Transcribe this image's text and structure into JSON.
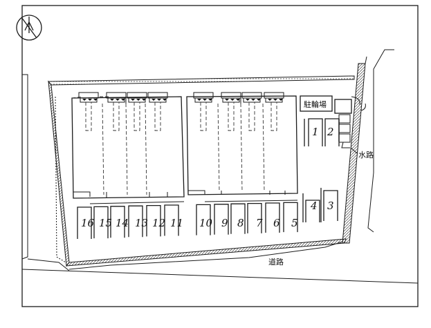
{
  "labels": {
    "bicycle_parking": "駐輪場",
    "waterway": "水路",
    "road": "道路"
  },
  "compass_letter": "N",
  "parking_spaces": [
    "1",
    "2",
    "3",
    "4",
    "5",
    "6",
    "7",
    "8",
    "9",
    "10",
    "11",
    "12",
    "13",
    "14",
    "15",
    "16"
  ]
}
